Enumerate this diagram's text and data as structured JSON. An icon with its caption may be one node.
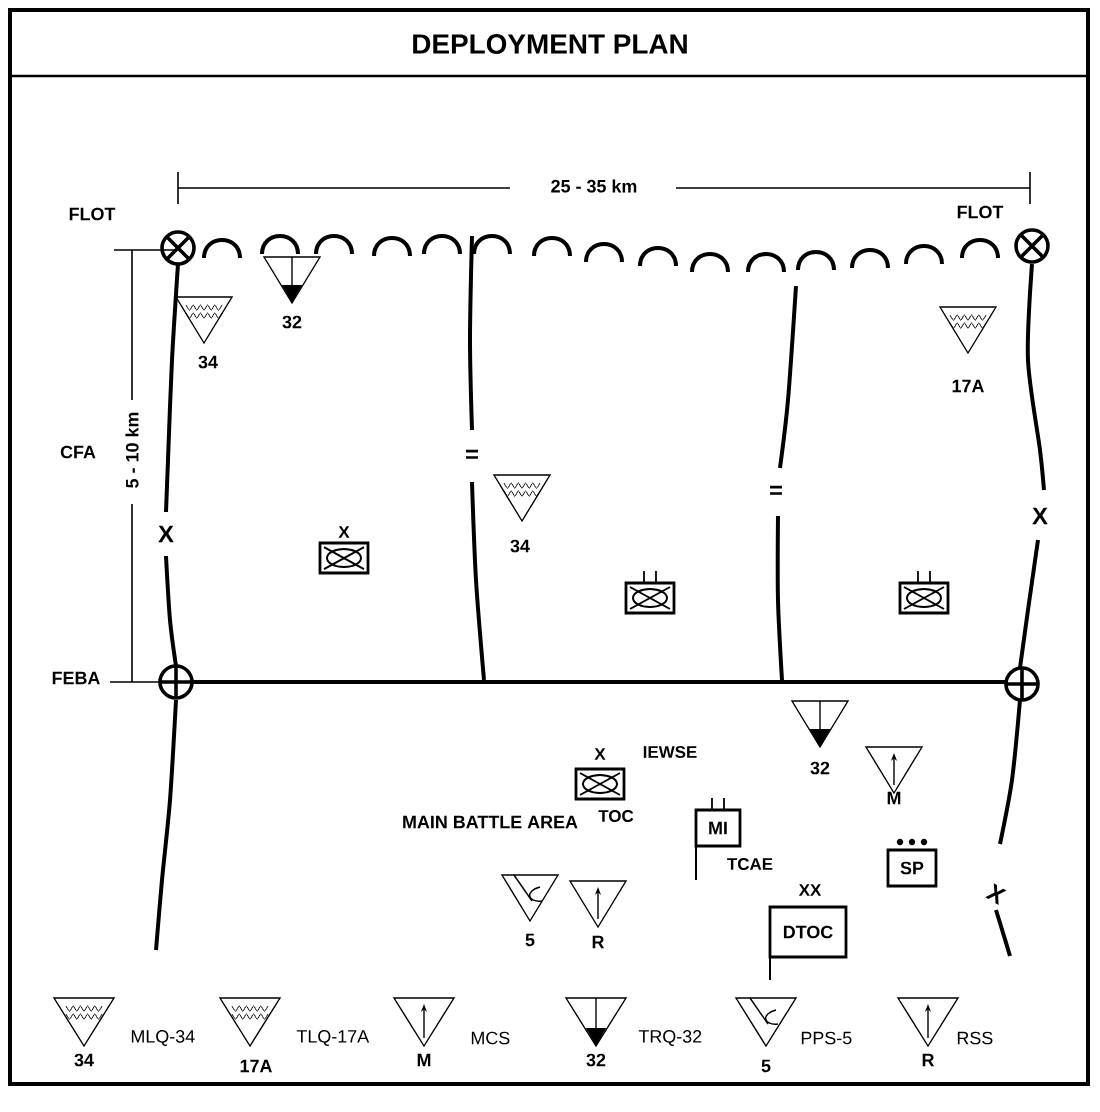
{
  "diagram": {
    "title": "DEPLOYMENT PLAN",
    "nodes": [
      {
        "text": [],
        "shape": "box",
        "beside": [
          "X"
        ]
      },
      {
        "text": [],
        "shape": "box"
      },
      {
        "text": [],
        "shape": "box"
      },
      {
        "text": [],
        "shape": "box",
        "beside": [
          "X",
          "IEWSE",
          "TOC"
        ]
      },
      {
        "text": [
          "MI"
        ],
        "beside": [
          "TCAE"
        ]
      },
      {
        "text": [
          "SP"
        ]
      },
      {
        "text": [
          "DTOC"
        ],
        "beside": [
          "XX"
        ]
      }
    ],
    "labels": [
      "FLOT",
      "25 - 35 km",
      "FLOT",
      "32",
      "34",
      "5 - 10 km",
      "CFA",
      "=",
      "34",
      "17A",
      "=",
      "X",
      "X",
      "FEBA",
      "32",
      "M",
      "MAIN BATTLE AREA",
      "5",
      "R",
      "X",
      "34",
      "17A",
      "M",
      "32",
      "5",
      "R"
    ],
    "legend": [
      {
        "text": "MLQ-34"
      },
      {
        "text": "TLQ-17A"
      },
      {
        "text": "MCS"
      },
      {
        "text": "TRQ-32"
      },
      {
        "text": "PPS-5"
      },
      {
        "text": "RSS"
      }
    ]
  }
}
